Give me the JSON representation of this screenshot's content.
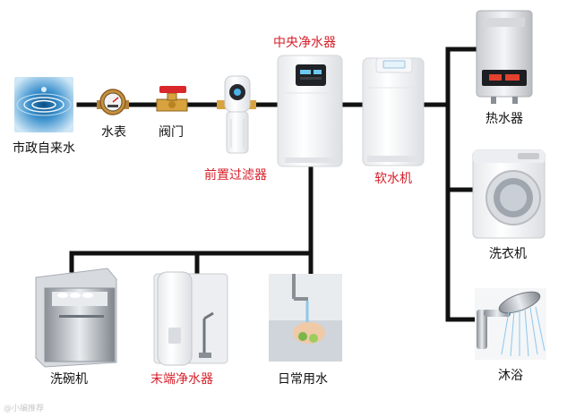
{
  "title": "中央净水器",
  "nodes": {
    "tap_water": "市政自来水",
    "meter": "水表",
    "valve": "阀门",
    "prefilter": "前置过滤器",
    "central": "中央净水器",
    "softener": "软水机",
    "heater": "热水器",
    "washer": "洗衣机",
    "shower": "沐浴",
    "dishwasher": "洗碗机",
    "terminal": "末端净水器",
    "daily": "日常用水"
  },
  "watermark": "@小编推荐",
  "colors": {
    "pipe": "#111111",
    "highlight": "#d6202a",
    "text": "#111111",
    "appliance": "#f1f2f4",
    "water": "#3d9ad6"
  }
}
